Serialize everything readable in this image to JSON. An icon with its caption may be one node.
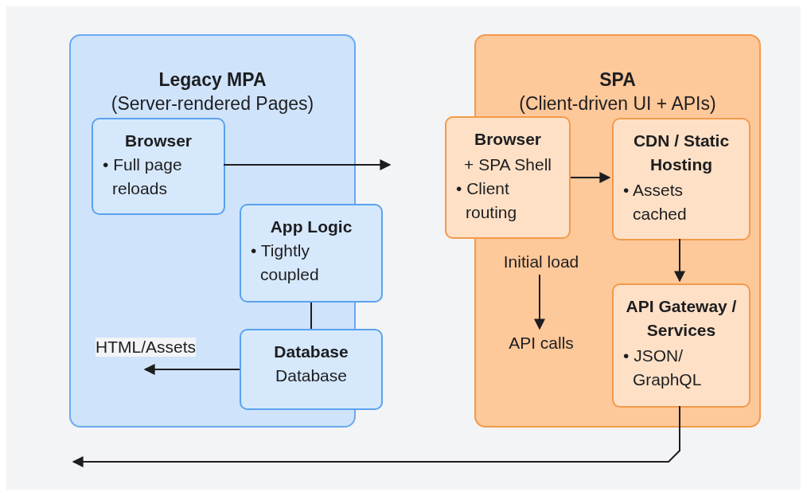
{
  "diagram": {
    "nodes": [
      {
        "text": [
          "Legacy MPA",
          "(Server-rendered Pages)"
        ]
      },
      {
        "text": [
          "Browser",
          "• Full page reloads"
        ],
        "in": 0
      },
      {
        "text": [
          "App Logic",
          "• Tightly coupled"
        ]
      },
      {
        "text": [
          "Database",
          "Database"
        ]
      },
      {
        "text": [
          "SPA",
          "(Client-driven UI + APIs)"
        ]
      },
      {
        "text": [
          "Browser",
          "+ SPA Shell",
          "• Client routing"
        ]
      },
      {
        "text": [
          "CDN / Static Hosting",
          "• Assets cached"
        ],
        "in": 4
      },
      {
        "text": [
          "API Gateway / Services",
          "• JSON/ GraphQL"
        ],
        "in": 4
      },
      {
        "text": [
          "Initial load"
        ],
        "in": 4
      },
      {
        "text": [
          "API calls"
        ],
        "in": 4
      }
    ],
    "edges": [
      {
        "from": 1,
        "to": null,
        "arrow": "to"
      },
      {
        "from": 2,
        "to": 3,
        "arrow": "none"
      },
      {
        "from": 3,
        "to": null,
        "arrow": "to",
        "label": "HTML/Assets"
      },
      {
        "from": 5,
        "to": 6,
        "arrow": "to"
      },
      {
        "from": 6,
        "to": 7,
        "arrow": "to"
      },
      {
        "from": 8,
        "to": 9,
        "arrow": "to"
      },
      {
        "from": 7,
        "to": null,
        "arrow": "to"
      }
    ]
  }
}
